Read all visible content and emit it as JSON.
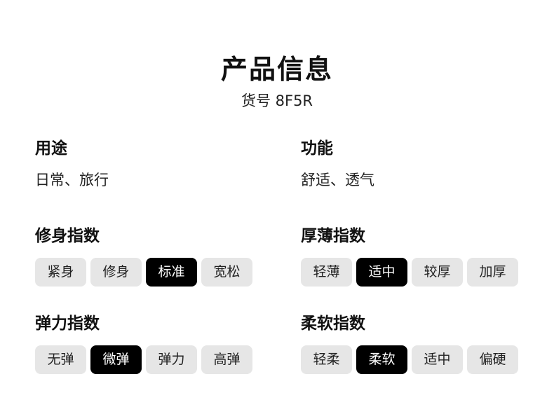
{
  "header": {
    "title": "产品信息",
    "subtitle": "货号 8F5R"
  },
  "usage": {
    "label": "用途",
    "value": "日常、旅行"
  },
  "function": {
    "label": "功能",
    "value": "舒适、透气"
  },
  "fit_index": {
    "label": "修身指数",
    "options": [
      "紧身",
      "修身",
      "标准",
      "宽松"
    ],
    "selected": "标准"
  },
  "thickness_index": {
    "label": "厚薄指数",
    "options": [
      "轻薄",
      "适中",
      "较厚",
      "加厚"
    ],
    "selected": "适中"
  },
  "elasticity_index": {
    "label": "弹力指数",
    "options": [
      "无弹",
      "微弹",
      "弹力",
      "高弹"
    ],
    "selected": "微弹"
  },
  "softness_index": {
    "label": "柔软指数",
    "options": [
      "轻柔",
      "柔软",
      "适中",
      "偏硬"
    ],
    "selected": "柔软"
  },
  "colors": {
    "selected_bg": "#000000",
    "selected_text": "#ffffff",
    "unselected_bg": "#e6e6e6"
  }
}
